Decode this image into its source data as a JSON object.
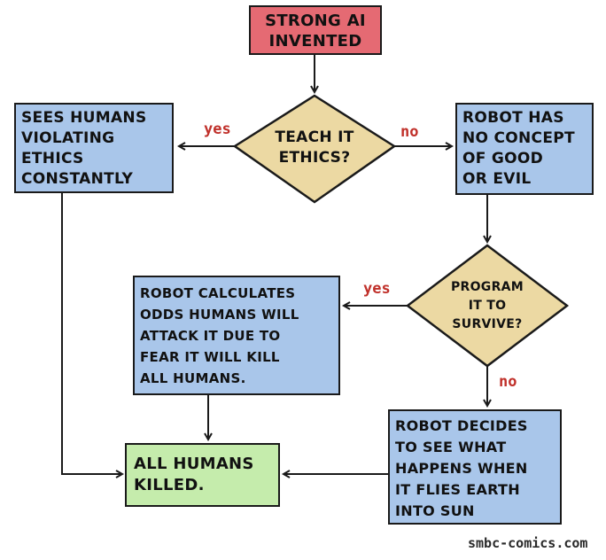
{
  "colors": {
    "start": "#e56a73",
    "process": "#a9c6ea",
    "decision": "#ecd9a3",
    "end": "#c5ecac",
    "stroke": "#1a1a1a",
    "edge_label": "#c0302a"
  },
  "nodes": {
    "start": "STRONG AI\nINVENTED",
    "decision_ethics": "TEACH IT\nETHICS?",
    "sees_humans": "SEES HUMANS\nVIOLATING\nETHICS\nCONSTANTLY",
    "no_concept": "ROBOT HAS\nNO CONCEPT\nOF GOOD\nOR EVIL",
    "decision_survive": "PROGRAM\nIT TO\nSURVIVE?",
    "calculates": "ROBOT CALCULATES\nODDS HUMANS WILL\nATTACK IT DUE TO\nFEAR IT WILL KILL\nALL HUMANS.",
    "earth_sun": "ROBOT DECIDES\nTO SEE WHAT\nHAPPENS WHEN\nIT FLIES EARTH\nINTO SUN",
    "end": "ALL HUMANS\nKILLED."
  },
  "edge_labels": {
    "ethics_yes": "yes",
    "ethics_no": "no",
    "survive_yes": "yes",
    "survive_no": "no"
  },
  "credit": "smbc-comics.com"
}
